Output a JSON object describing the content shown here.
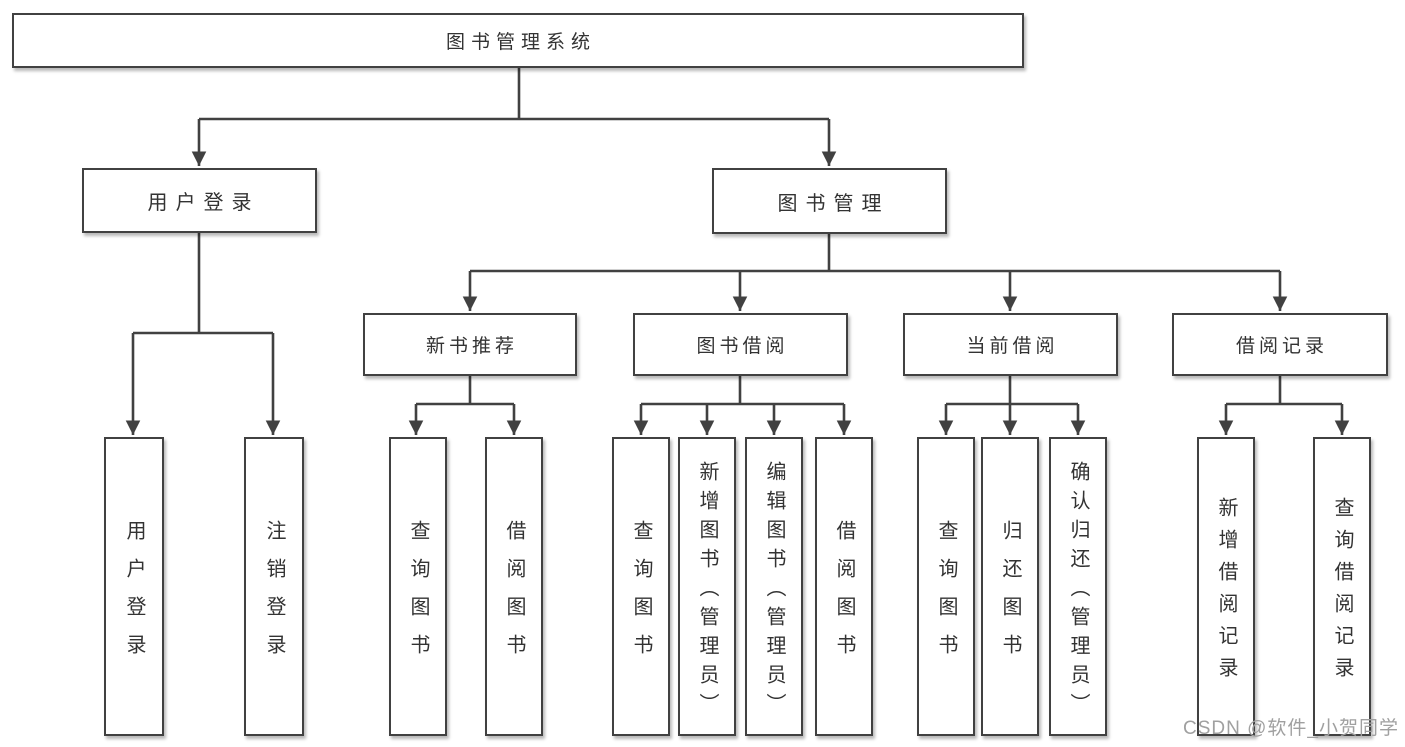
{
  "tree": {
    "label": "图书管理系统",
    "children": [
      {
        "label": "用户登录",
        "children": [
          {
            "label": "用户登录"
          },
          {
            "label": "注销登录"
          }
        ]
      },
      {
        "label": "图书管理",
        "children": [
          {
            "label": "新书推荐",
            "children": [
              {
                "label": "查询图书"
              },
              {
                "label": "借阅图书"
              }
            ]
          },
          {
            "label": "图书借阅",
            "children": [
              {
                "label": "查询图书"
              },
              {
                "label": "新增图书（管理员）"
              },
              {
                "label": "编辑图书（管理员）"
              },
              {
                "label": "借阅图书"
              }
            ]
          },
          {
            "label": "当前借阅",
            "children": [
              {
                "label": "查询图书"
              },
              {
                "label": "归还图书"
              },
              {
                "label": "确认归还（管理员）"
              }
            ]
          },
          {
            "label": "借阅记录",
            "children": [
              {
                "label": "新增借阅记录"
              },
              {
                "label": "查询借阅记录"
              }
            ]
          }
        ]
      }
    ]
  },
  "watermark": {
    "text": "CSDN @软件_小贺同学"
  },
  "colors": {
    "line": "#414141",
    "box_border": "#414141",
    "box_fill": "#ffffff",
    "text": "#333333",
    "watermark": "#a0a0a0",
    "background": "#ffffff"
  }
}
